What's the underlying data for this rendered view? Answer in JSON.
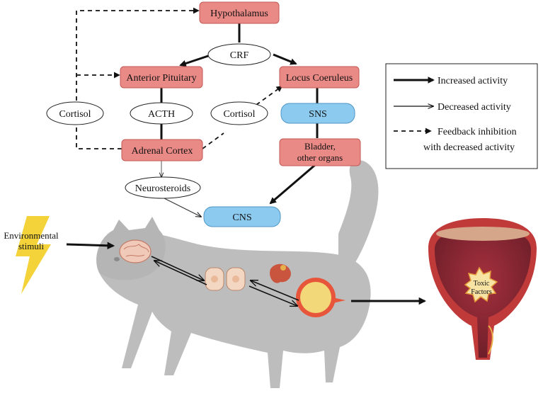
{
  "nodes": {
    "hypothalamus": "Hypothalamus",
    "crf": "CRF",
    "anterior_pituitary": "Anterior Pituitary",
    "locus_coeruleus": "Locus Coeruleus",
    "acth": "ACTH",
    "cortisol_left": "Cortisol",
    "cortisol_right": "Cortisol",
    "sns": "SNS",
    "adrenal_cortex": "Adrenal Cortex",
    "bladder_line1": "Bladder,",
    "bladder_line2": "other organs",
    "neurosteroids": "Neurosteroids",
    "cns": "CNS"
  },
  "legend": {
    "increased": "Increased activity",
    "decreased": "Decreased activity",
    "feedback_line1": "Feedback inhibition",
    "feedback_line2": "with decreased activity"
  },
  "illustration": {
    "stimuli_line1": "Environmental",
    "stimuli_line2": "stimuli",
    "toxic_line1": "Toxic",
    "toxic_line2": "Factors"
  },
  "colors": {
    "red_box": "#ea8a86",
    "blue_box": "#8ccbef",
    "bolt": "#f3d23a",
    "cat": "#bdbdbd",
    "bladder_outer": "#c13a3a",
    "bladder_inner": "#8a2a35"
  }
}
